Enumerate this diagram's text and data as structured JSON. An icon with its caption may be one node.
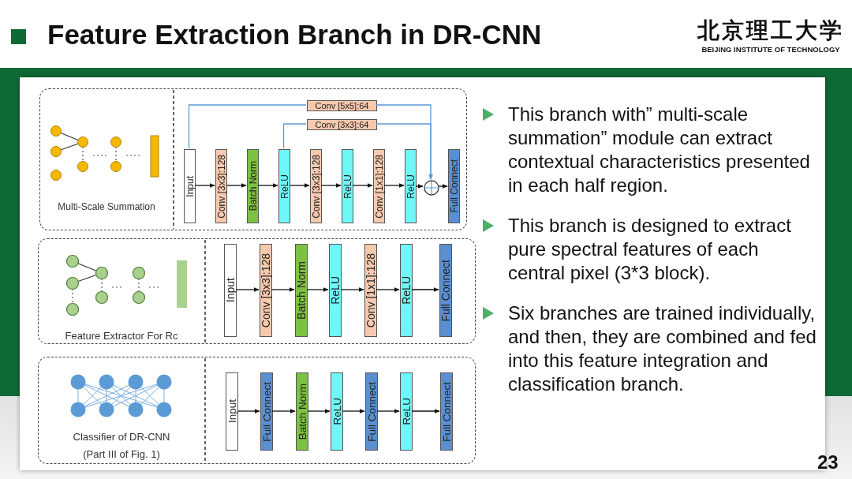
{
  "diagram": {
    "title": "Feature Extraction Branch in DR-CNN",
    "nodes": [
      {
        "text": [
          "Multi-Scale Summation"
        ]
      },
      {
        "text": [
          "Input"
        ],
        "in": 0
      },
      {
        "text": [
          "Conv [3x3]:128"
        ],
        "in": 0
      },
      {
        "text": [
          "Batch Norm"
        ],
        "in": 0
      },
      {
        "text": [
          "ReLU"
        ],
        "in": 0
      },
      {
        "text": [
          "Conv [3x3]:128"
        ],
        "in": 0
      },
      {
        "text": [
          "ReLU"
        ],
        "in": 0
      },
      {
        "text": [
          "Conv [1x1]:128"
        ],
        "in": 0
      },
      {
        "text": [
          "ReLU"
        ],
        "in": 0
      },
      {
        "text": [],
        "shape": "circle",
        "in": 0
      },
      {
        "text": [
          "Full Connect"
        ],
        "in": 0
      },
      {
        "text": [
          "Conv [5x5]:64"
        ],
        "in": 0
      },
      {
        "text": [
          "Conv [3x3]:64"
        ],
        "in": 0
      },
      {
        "text": [
          "Feature Extractor For Rc"
        ]
      },
      {
        "text": [
          "Input"
        ],
        "in": 13
      },
      {
        "text": [
          "Conv [3x3]:128"
        ],
        "in": 13
      },
      {
        "text": [
          "Batch Norm"
        ],
        "in": 13
      },
      {
        "text": [
          "ReLU"
        ],
        "in": 13
      },
      {
        "text": [
          "Conv [1x1]:128"
        ],
        "in": 13
      },
      {
        "text": [
          "ReLU"
        ],
        "in": 13
      },
      {
        "text": [
          "Full Connect"
        ],
        "in": 13
      },
      {
        "text": [
          "Classifier of DR-CNN (Part III of Fig. 1)"
        ]
      },
      {
        "text": [
          "Input"
        ],
        "in": 21
      },
      {
        "text": [
          "Full Connect"
        ],
        "in": 21
      },
      {
        "text": [
          "Batch Norm"
        ],
        "in": 21
      },
      {
        "text": [
          "ReLU"
        ],
        "in": 21
      },
      {
        "text": [
          "Full Connect"
        ],
        "in": 21
      },
      {
        "text": [
          "ReLU"
        ],
        "in": 21
      },
      {
        "text": [
          "Full Connect"
        ],
        "in": 21
      }
    ],
    "edges": [
      {
        "from": 1,
        "to": 2,
        "arrow": "to"
      },
      {
        "from": 2,
        "to": 3,
        "arrow": "to"
      },
      {
        "from": 3,
        "to": 4,
        "arrow": "to"
      },
      {
        "from": 4,
        "to": 5,
        "arrow": "to"
      },
      {
        "from": 5,
        "to": 6,
        "arrow": "to"
      },
      {
        "from": 6,
        "to": 7,
        "arrow": "to"
      },
      {
        "from": 7,
        "to": 8,
        "arrow": "to"
      },
      {
        "from": 8,
        "to": 9,
        "arrow": "to"
      },
      {
        "from": 9,
        "to": 10,
        "arrow": "to"
      },
      {
        "from": 1,
        "to": 11,
        "arrow": "none",
        "color": "#5b9bd5"
      },
      {
        "from": 11,
        "to": 9,
        "arrow": "to",
        "color": "#5b9bd5"
      },
      {
        "from": 4,
        "to": 12,
        "arrow": "none",
        "color": "#5b9bd5"
      },
      {
        "from": 12,
        "to": 9,
        "arrow": "to",
        "color": "#5b9bd5"
      },
      {
        "from": 14,
        "to": 15,
        "arrow": "to"
      },
      {
        "from": 15,
        "to": 16,
        "arrow": "to"
      },
      {
        "from": 16,
        "to": 17,
        "arrow": "to"
      },
      {
        "from": 17,
        "to": 18,
        "arrow": "to"
      },
      {
        "from": 18,
        "to": 19,
        "arrow": "to"
      },
      {
        "from": 19,
        "to": 20,
        "arrow": "to"
      },
      {
        "from": 22,
        "to": 23,
        "arrow": "to"
      },
      {
        "from": 23,
        "to": 24,
        "arrow": "to"
      },
      {
        "from": 24,
        "to": 25,
        "arrow": "to"
      },
      {
        "from": 25,
        "to": 26,
        "arrow": "to"
      },
      {
        "from": 26,
        "to": 27,
        "arrow": "to"
      },
      {
        "from": 27,
        "to": 28,
        "arrow": "to"
      }
    ],
    "labels": [
      "北京理工大学",
      "BEIJING INSTITUTE OF TECHNOLOGY",
      "This branch with” multi-scale summation” module can extract contextual characteristics presented in each half region.",
      "This branch is designed to extract pure spectral features of each central pixel (3*3 block).",
      "Six branches are trained individually, and then, they are combined and fed into this feature integration and classification branch.",
      "23"
    ]
  }
}
